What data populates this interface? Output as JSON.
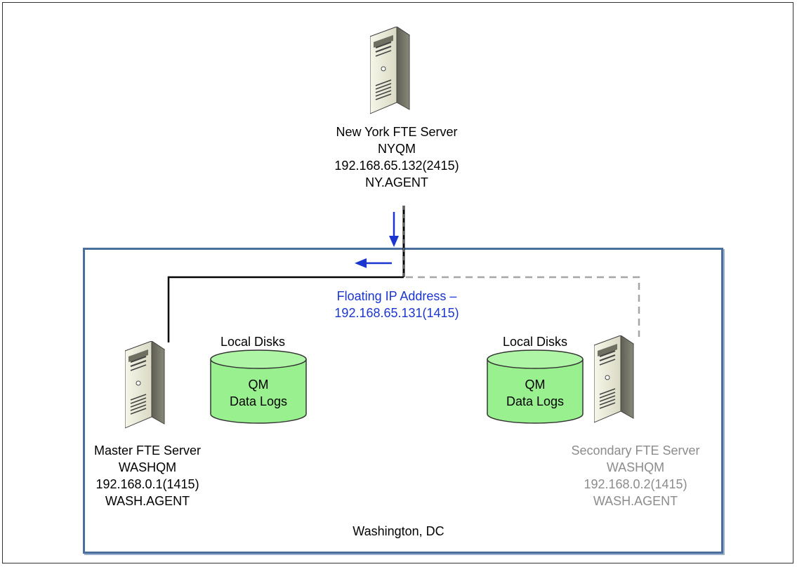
{
  "ny_server": {
    "name": "New York FTE Server",
    "qm": "NYQM",
    "address": "192.168.65.132(2415)",
    "agent": "NY.AGENT"
  },
  "floating_ip": {
    "line1": "Floating IP Address –",
    "line2": "192.168.65.131(1415)"
  },
  "master_server": {
    "name": "Master FTE Server",
    "qm": "WASHQM",
    "address": "192.168.0.1(1415)",
    "agent": "WASH.AGENT"
  },
  "secondary_server": {
    "name": "Secondary FTE Server",
    "qm": "WASHQM",
    "address": "192.168.0.2(1415)",
    "agent": "WASH.AGENT"
  },
  "disks": {
    "left": {
      "title": "Local Disks",
      "line1": "QM",
      "line2": "Data Logs"
    },
    "right": {
      "title": "Local Disks",
      "line1": "QM",
      "line2": "Data Logs"
    }
  },
  "region_label": "Washington, DC",
  "colors": {
    "region_border": "#4a6f9c",
    "disk_fill": "#99f08e",
    "floating_text": "#1a35d0",
    "arrow": "#1a35d0",
    "secondary_text": "#8c8c8c",
    "dashed_line": "#a6a6a6"
  }
}
